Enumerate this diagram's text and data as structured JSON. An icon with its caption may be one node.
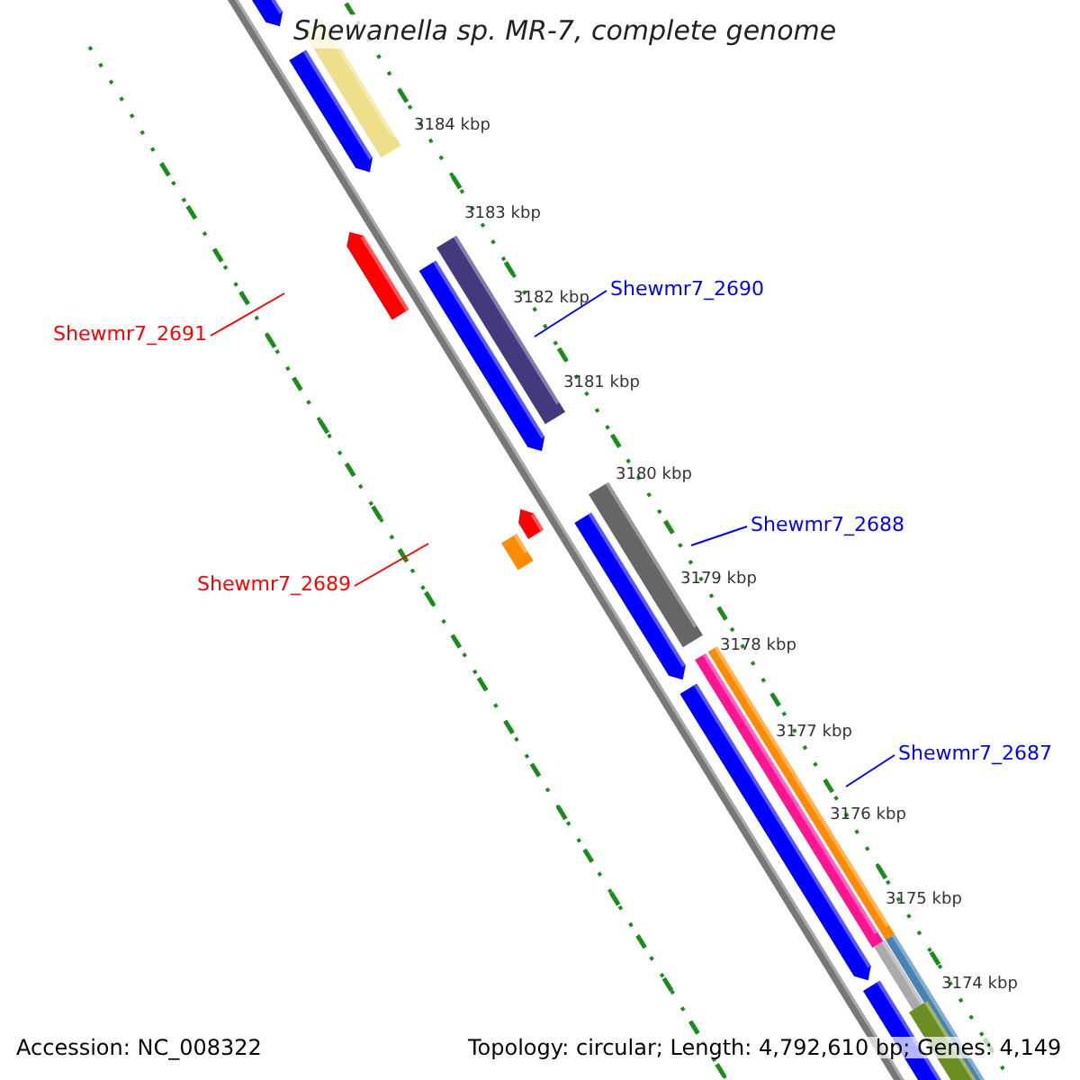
{
  "diagram": {
    "title": "Shewanella sp. MR-7, complete genome",
    "nodes": [
      {
        "text": [
          "Shewmr7_2690"
        ]
      },
      {
        "text": [
          "Shewmr7_2691"
        ]
      },
      {
        "text": [
          "Shewmr7_2688"
        ]
      },
      {
        "text": [
          "Shewmr7_2689"
        ]
      },
      {
        "text": [
          "Shewmr7_2687"
        ]
      }
    ],
    "edges": [
      {
        "from": 0,
        "to": null,
        "arrow": "none"
      },
      {
        "from": 1,
        "to": null,
        "arrow": "none",
        "color": "#ff0000"
      },
      {
        "from": 2,
        "to": null,
        "arrow": "none"
      },
      {
        "from": 3,
        "to": null,
        "arrow": "none",
        "color": "#ff0000"
      },
      {
        "from": 4,
        "to": null,
        "arrow": "none"
      }
    ],
    "labels": [
      "3184 kbp",
      "3183 kbp",
      "3182 kbp",
      "3181 kbp",
      "3180 kbp",
      "3179 kbp",
      "3178 kbp",
      "3177 kbp",
      "3176 kbp",
      "3175 kbp",
      "3174 kbp",
      "Accession: NC_008322",
      "Topology: circular; Length: 4,792,610 bp; Genes: 4,149"
    ]
  }
}
